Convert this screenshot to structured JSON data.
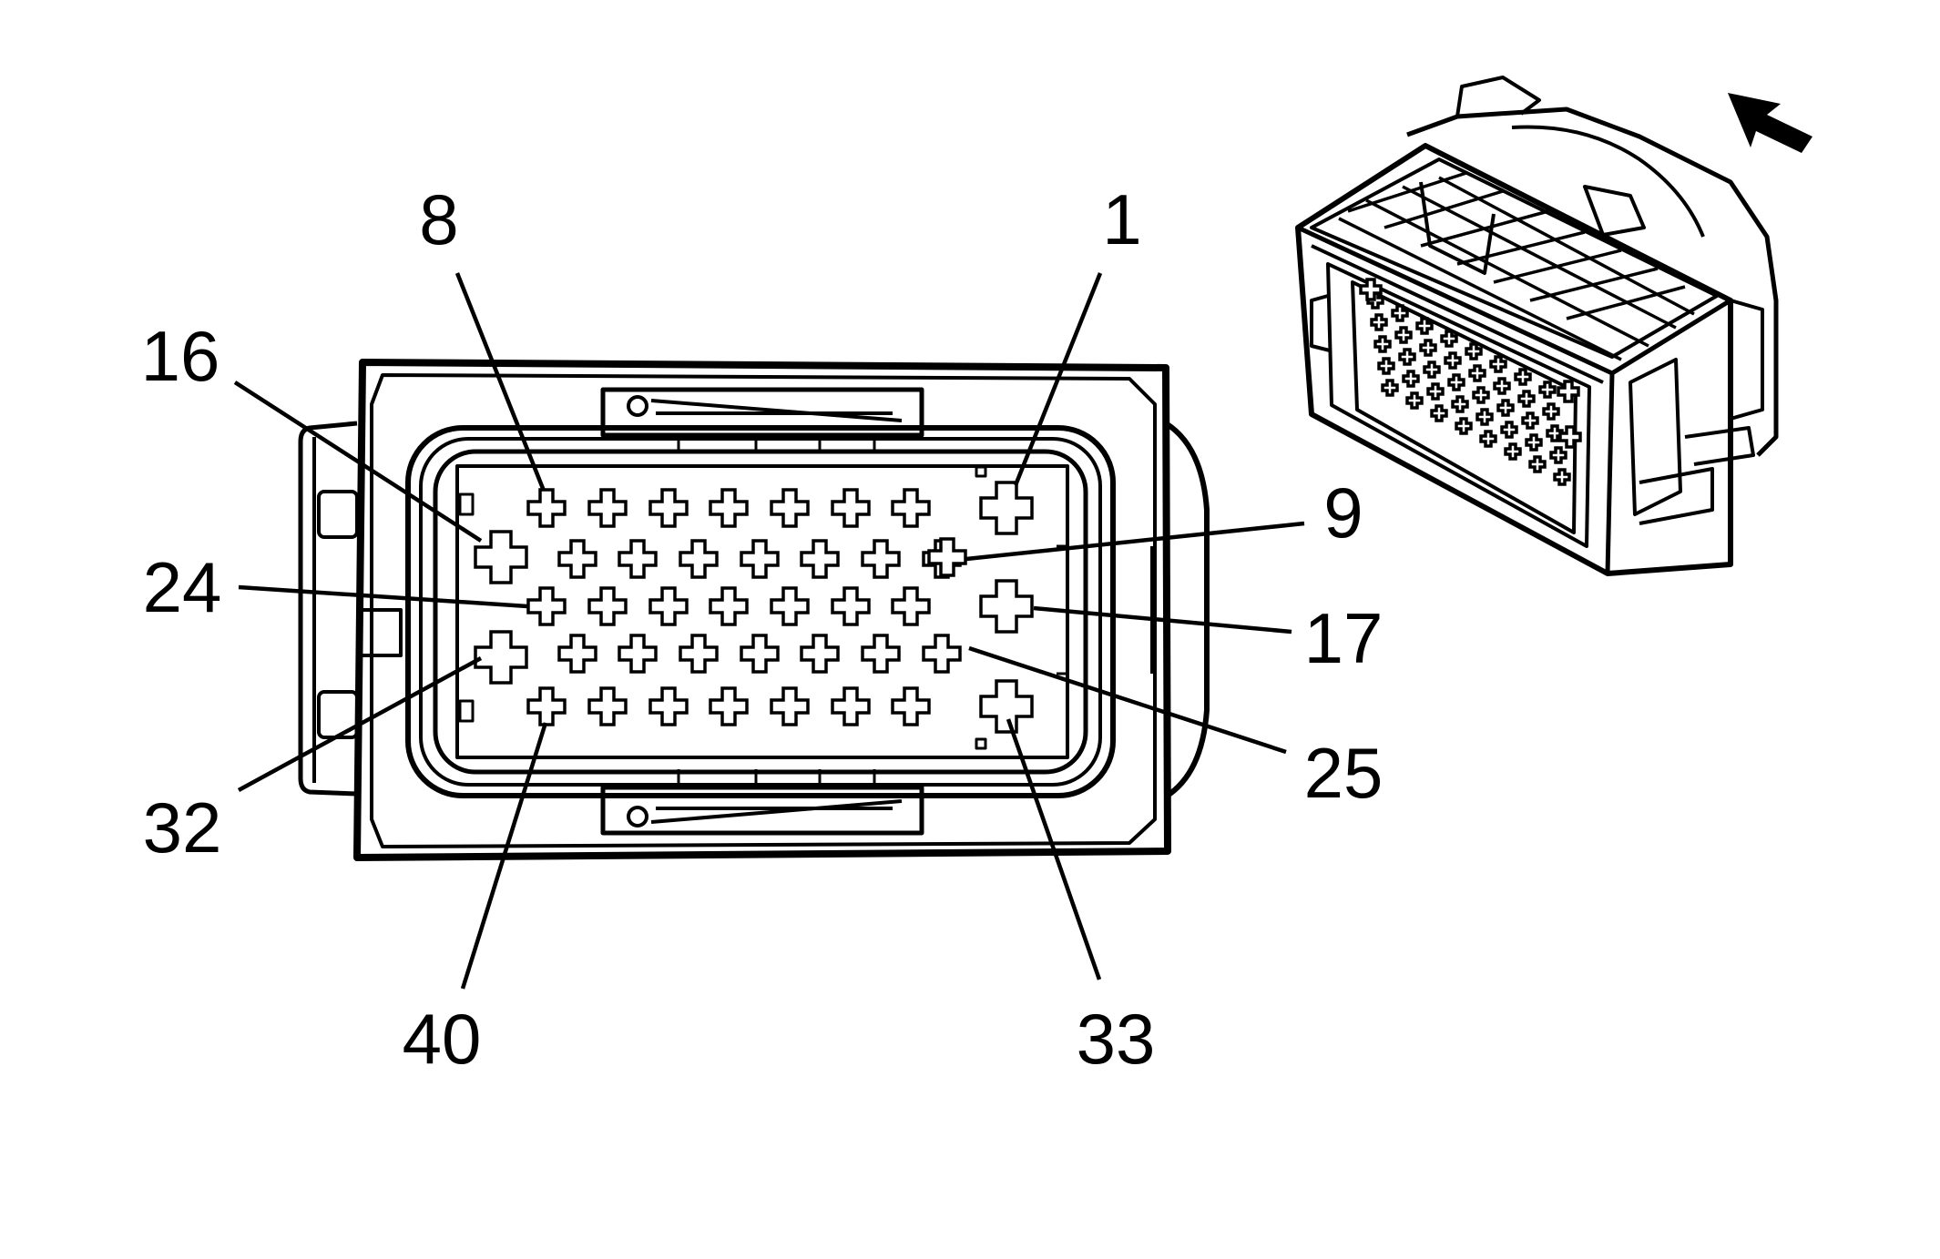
{
  "pin_labels": [
    "1",
    "8",
    "9",
    "16",
    "17",
    "24",
    "25",
    "32",
    "33",
    "40"
  ],
  "colors": {
    "line": "#000000",
    "background": "#ffffff"
  },
  "icons": [
    "direction-arrow-icon"
  ]
}
